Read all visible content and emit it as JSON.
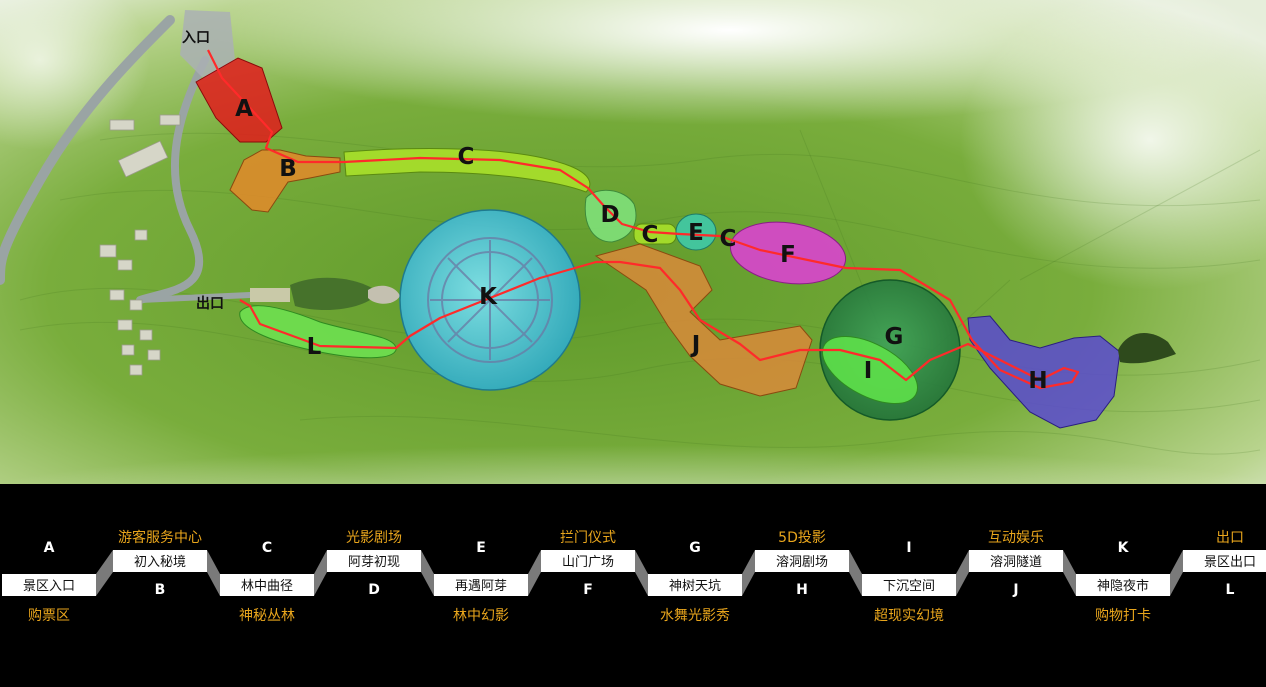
{
  "map": {
    "entrance_label": "入口",
    "exit_label": "出口",
    "zones": [
      {
        "letter": "A",
        "color": "#e01c1c"
      },
      {
        "letter": "B",
        "color": "#e38a2a"
      },
      {
        "letter": "C",
        "color": "#a8e02a"
      },
      {
        "letter": "D",
        "color": "#7fe07a"
      },
      {
        "letter": "E",
        "color": "#3fc9a8"
      },
      {
        "letter": "F",
        "color": "#e03ed8"
      },
      {
        "letter": "G",
        "color": "#2e8a44"
      },
      {
        "letter": "H",
        "color": "#5a4ad0"
      },
      {
        "letter": "I",
        "color": "#5ee04a"
      },
      {
        "letter": "J",
        "color": "#d98a3a"
      },
      {
        "letter": "K",
        "color": "#40c8e0"
      },
      {
        "letter": "L",
        "color": "#6ee050"
      }
    ],
    "route_color": "#ff2a2a"
  },
  "legend": {
    "stops": [
      {
        "letter": "A",
        "name": "景区入口",
        "category": "购票区"
      },
      {
        "letter": "B",
        "name": "初入秘境",
        "category": "游客服务中心"
      },
      {
        "letter": "C",
        "name": "林中曲径",
        "category": "神秘丛林"
      },
      {
        "letter": "D",
        "name": "阿芽初现",
        "category": "光影剧场"
      },
      {
        "letter": "E",
        "name": "再遇阿芽",
        "category": "林中幻影"
      },
      {
        "letter": "F",
        "name": "山门广场",
        "category": "拦门仪式"
      },
      {
        "letter": "G",
        "name": "神树天坑",
        "category": "水舞光影秀"
      },
      {
        "letter": "H",
        "name": "溶洞剧场",
        "category": "5D投影"
      },
      {
        "letter": "I",
        "name": "下沉空间",
        "category": "超现实幻境"
      },
      {
        "letter": "J",
        "name": "溶洞隧道",
        "category": "互动娱乐"
      },
      {
        "letter": "K",
        "name": "神隐夜市",
        "category": "购物打卡"
      },
      {
        "letter": "L",
        "name": "景区出口",
        "category": "出口"
      }
    ],
    "accent_color": "#e8a51c"
  }
}
